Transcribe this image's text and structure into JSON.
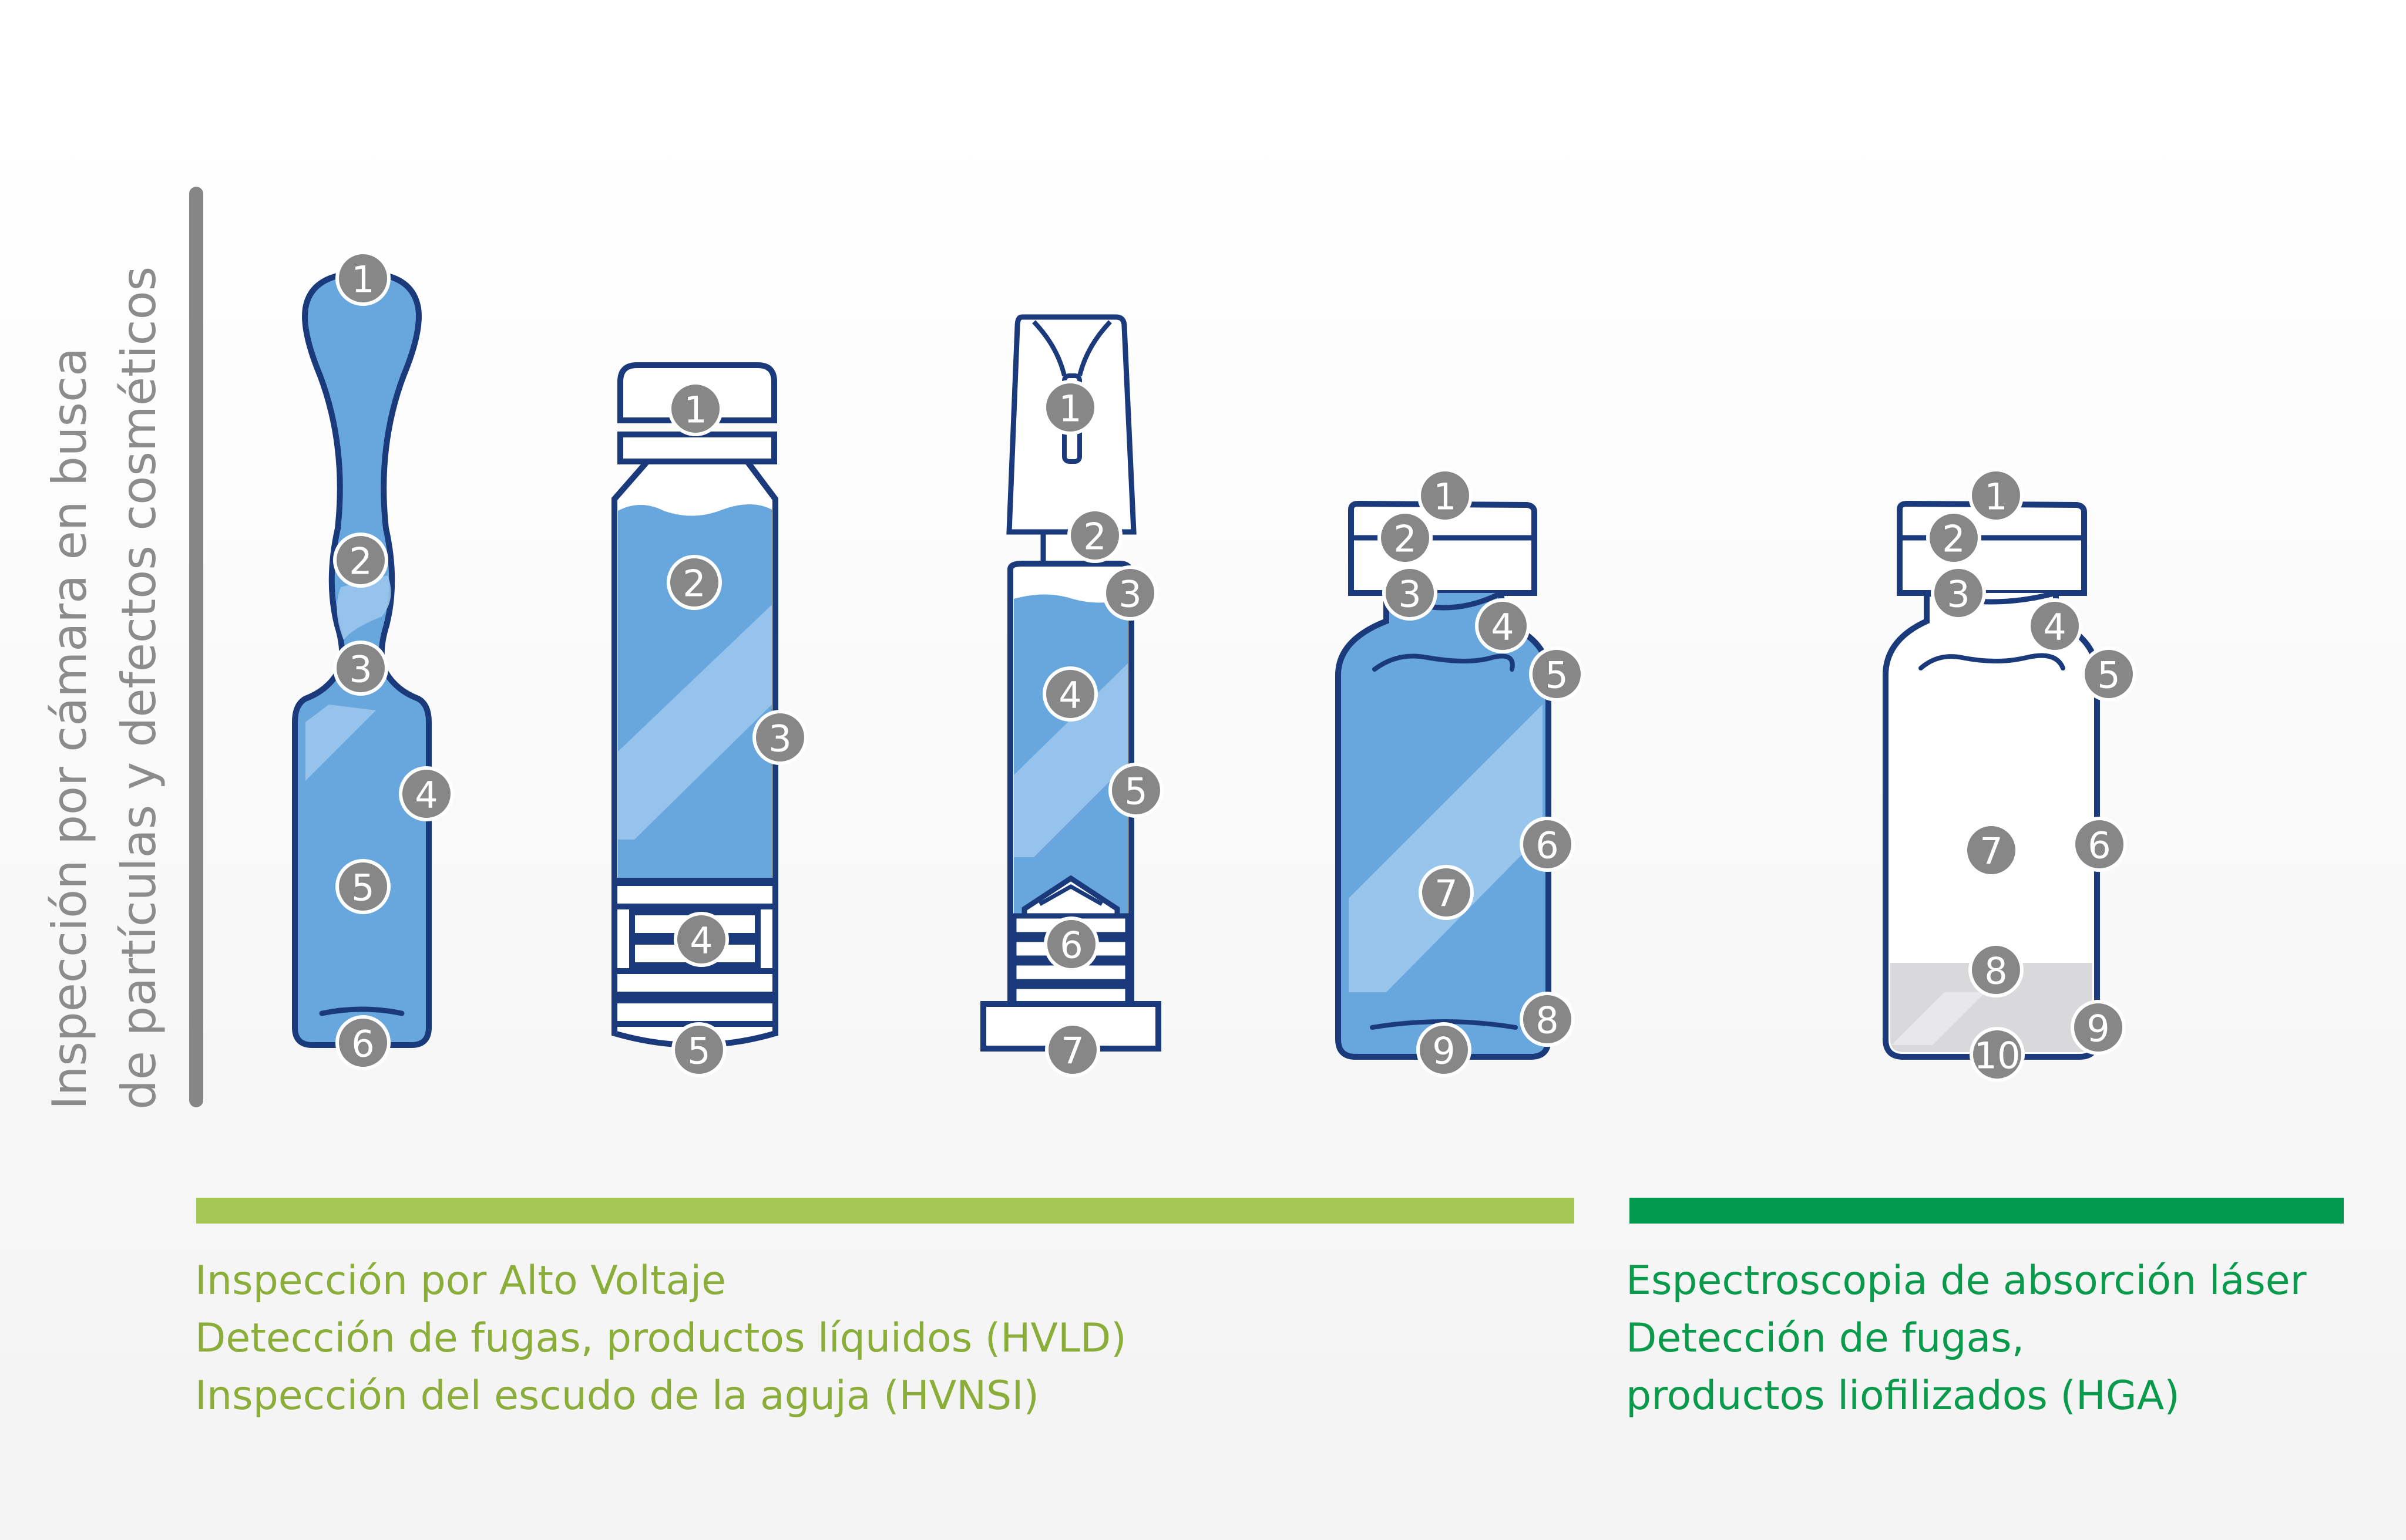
{
  "vertical_title": [
    "Inspección por cámara en busca",
    "de partículas y defectos cosméticos"
  ],
  "legend_left": [
    "Inspección por Alto Voltaje",
    "Detección de fugas, productos líquidos (HVLD)",
    "Inspección del escudo de la aguja (HVNSI)"
  ],
  "legend_right": [
    "Espectroscopia de absorción láser",
    "Detección de fugas,",
    "productos liofilizados (HGA)"
  ],
  "colors": {
    "outline": "#1a3a7c",
    "liquid": "#67a7de",
    "liquid_highlight": "#9bc6ec",
    "marker": "#878787",
    "bar_left": "#a5c756",
    "bar_right": "#00994d",
    "text_left": "#8bae3a",
    "text_right": "#0a9a4c",
    "vertical_text": "#8c8c8c",
    "powder": "#d9d9db"
  },
  "containers": [
    {
      "name": "ampoule",
      "markers": [
        "1",
        "2",
        "3",
        "4",
        "5",
        "6"
      ]
    },
    {
      "name": "cartridge-bottle",
      "markers": [
        "1",
        "2",
        "3",
        "4",
        "5"
      ]
    },
    {
      "name": "prefilled-syringe",
      "markers": [
        "1",
        "2",
        "3",
        "4",
        "5",
        "6",
        "7"
      ]
    },
    {
      "name": "liquid-vial",
      "markers": [
        "1",
        "2",
        "3",
        "4",
        "5",
        "6",
        "7",
        "8",
        "9"
      ]
    },
    {
      "name": "lyophilized-vial",
      "markers": [
        "1",
        "2",
        "3",
        "4",
        "5",
        "6",
        "7",
        "8",
        "9",
        "10"
      ]
    }
  ]
}
